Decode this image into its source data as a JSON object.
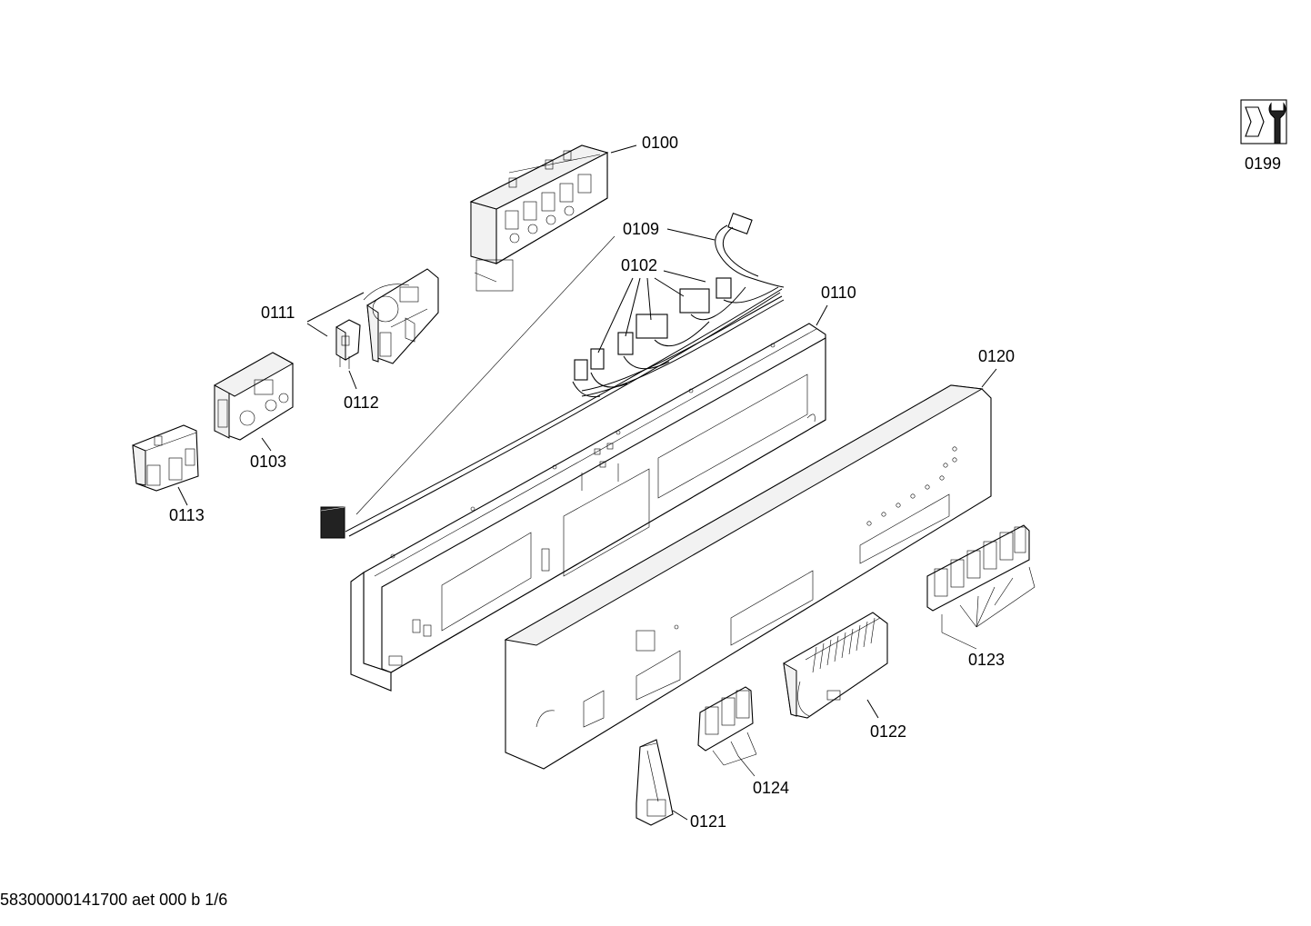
{
  "diagram": {
    "labels": {
      "p0100": "0100",
      "p0109": "0109",
      "p0102": "0102",
      "p0110": "0110",
      "p0111": "0111",
      "p0112": "0112",
      "p0103": "0103",
      "p0113": "0113",
      "p0120": "0120",
      "p0123": "0123",
      "p0122": "0122",
      "p0124": "0124",
      "p0121": "0121",
      "p0199": "0199"
    },
    "footer": "58300000141700 aet 000 b 1/6",
    "icon": "tools-icon"
  }
}
